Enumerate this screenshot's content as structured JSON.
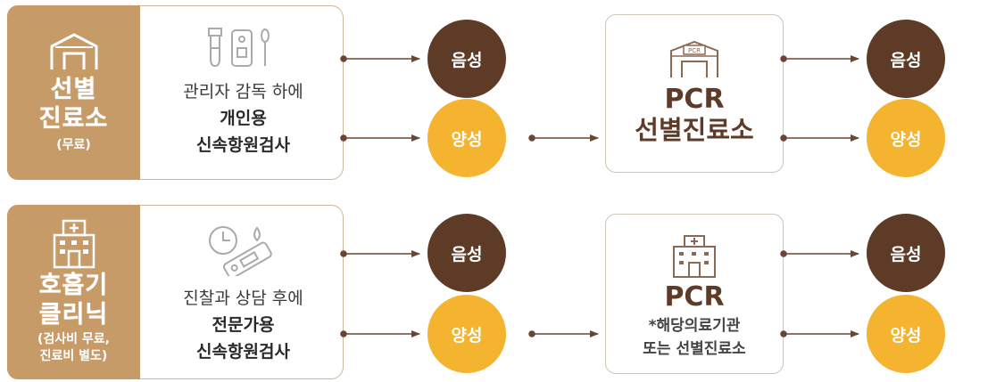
{
  "rows": [
    {
      "clinic": {
        "title_line1": "선별",
        "title_line2": "진료소",
        "sub_line1": "(무료)",
        "sub_line2": ""
      },
      "test": {
        "line1": "관리자 감독 하에",
        "line2": "개인용",
        "line3": "신속항원검사"
      },
      "result_neg": "음성",
      "result_pos": "양성",
      "pcr": {
        "title": "PCR",
        "line1": "선별진료소",
        "line2": ""
      },
      "final_neg": "음성",
      "final_pos": "양성"
    },
    {
      "clinic": {
        "title_line1": "호흡기",
        "title_line2": "클리닉",
        "sub_line1": "(검사비 무료,",
        "sub_line2": "진료비 별도)"
      },
      "test": {
        "line1": "진찰과 상담 후에",
        "line2": "전문가용",
        "line3": "신속항원검사"
      },
      "result_neg": "음성",
      "result_pos": "양성",
      "pcr": {
        "title": "PCR",
        "line1": "*해당의료기관",
        "line2": "또는 선별진료소"
      },
      "final_neg": "음성",
      "final_pos": "양성"
    }
  ],
  "icons": {
    "row1_clinic": "tent-icon",
    "row1_test": "test-kit-icon",
    "row1_pcr": "pcr-tent-icon",
    "row2_clinic": "hospital-icon",
    "row2_test": "rapid-test-icon",
    "row2_pcr": "hospital-building-icon",
    "pcr_label_on_tent": "PCR"
  },
  "colors": {
    "tan": "#c79b67",
    "negative": "#5e3b27",
    "positive": "#f4b42f",
    "arrow": "#6b4530"
  }
}
